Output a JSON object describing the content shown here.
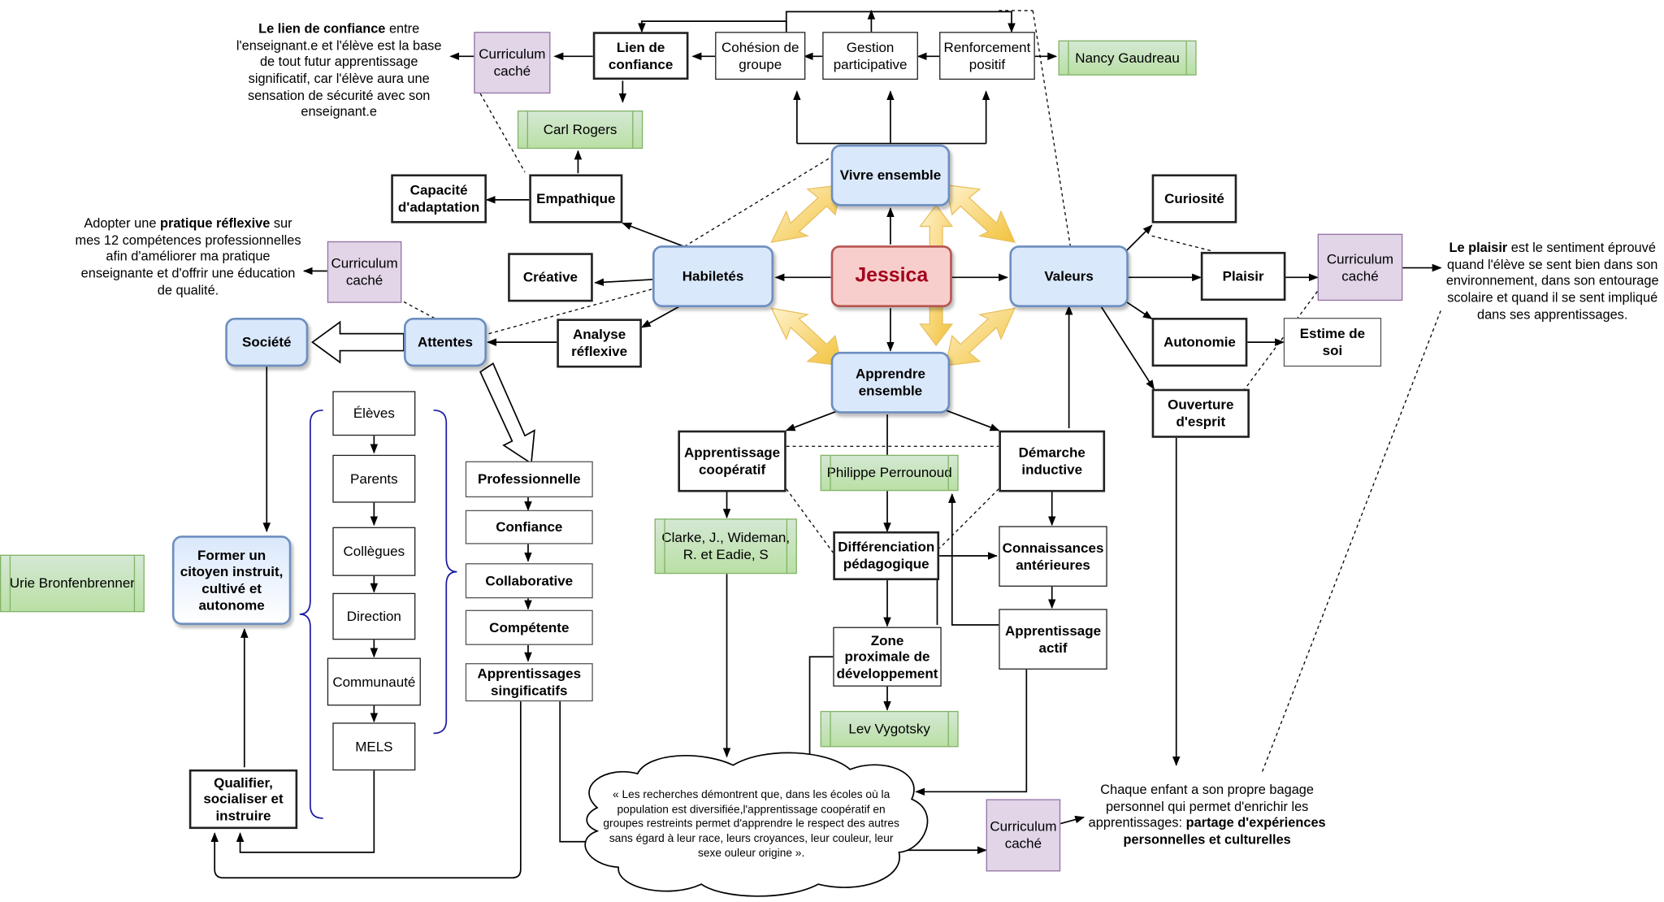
{
  "nodes": {
    "jessica": "Jessica",
    "vivre_ensemble": "Vivre ensemble",
    "apprendre_ensemble": "Apprendre ensemble",
    "habiletes": "Habiletés",
    "valeurs": "Valeurs",
    "lien_confiance": "Lien de confiance",
    "cohesion_groupe": "Cohésion de groupe",
    "gestion_participative": "Gestion participative",
    "renforcement_positif": "Renforcement positif",
    "curriculum_cache_1": "Curriculum caché",
    "nancy_gaudreau": "Nancy Gaudreau",
    "carl_rogers": "Carl Rogers",
    "empathique": "Empathique",
    "capacite_adaptation": "Capacité d'adaptation",
    "creative": "Créative",
    "analyse_reflexive": "Analyse réflexive",
    "curriculum_cache_2": "Curriculum caché",
    "societe": "Société",
    "attentes": "Attentes",
    "former_citoyen": "Former un citoyen instruit, cultivé et autonome",
    "urie": "Urie Bronfenbrenner",
    "qualifier": "Qualifier, socialiser et instruire",
    "eleves": "Élèves",
    "parents": "Parents",
    "collegues": "Collègues",
    "direction": "Direction",
    "communaute": "Communauté",
    "mels": "MELS",
    "professionnelle": "Professionnelle",
    "confiance": "Confiance",
    "collaborative": "Collaborative",
    "competente": "Compétente",
    "apprentissages_significatifs": "Apprentissages singificatifs",
    "apprentissage_cooperatif": "Apprentissage coopératif",
    "philippe": "Philippe Perrounoud",
    "demarche_inductive": "Démarche inductive",
    "clarke": "Clarke, J., Wideman, R. et Eadie, S",
    "differenciation": "Différenciation pédagogique",
    "connaissances_anterieures": "Connaissances antérieures",
    "zone_proximale": "Zone proximale de développement",
    "apprentissage_actif": "Apprentissage actif",
    "lev_vygotsky": "Lev Vygotsky",
    "curiosite": "Curiosité",
    "plaisir": "Plaisir",
    "curriculum_cache_3": "Curriculum caché",
    "autonomie": "Autonomie",
    "estime_de_soi": "Estime de soi",
    "ouverture_esprit": "Ouverture d'esprit",
    "curriculum_cache_4": "Curriculum caché"
  },
  "notes": {
    "lien_confiance_bold": "Le lien de confiance",
    "lien_confiance_rest": " entre l'enseignant.e et l'élève est la base de tout futur apprentissage significatif, car l'élève aura une sensation de sécurité avec son enseignant.e",
    "pratique_pre": "Adopter une ",
    "pratique_bold": "pratique réflexive",
    "pratique_rest": " sur mes 12 compétences professionnelles afin d'améliorer ma pratique enseignante et d'offrir une éducation de qualité.",
    "plaisir_bold": "Le plaisir",
    "plaisir_rest": " est le sentiment éprouvé quand l'élève se sent bien dans son environnement, dans son entourage scolaire et quand il se sent impliqué dans ses apprentissages.",
    "bagage_pre": "Chaque enfant a son propre bagage personnel qui permet d'enrichir les apprentissages: ",
    "bagage_bold": "partage d'expériences personnelles et culturelles",
    "cloud_quote": "« Les recherches démontrent que, dans les écoles où la population est diversifiée,l'apprentissage coopératif en groupes restreints permet d'apprendre le respect des autres sans égard à leur race, leurs croyances, leur couleur, leur sexe ouleur origine »."
  },
  "colors": {
    "blue_fill": "#dae8fc",
    "blue_stroke": "#6c8ebf",
    "pink_fill": "#f8cecc",
    "green_fill": "#d5e8d4",
    "purple_fill": "#e1d5e7",
    "arrow_gold": "#f5c542"
  }
}
